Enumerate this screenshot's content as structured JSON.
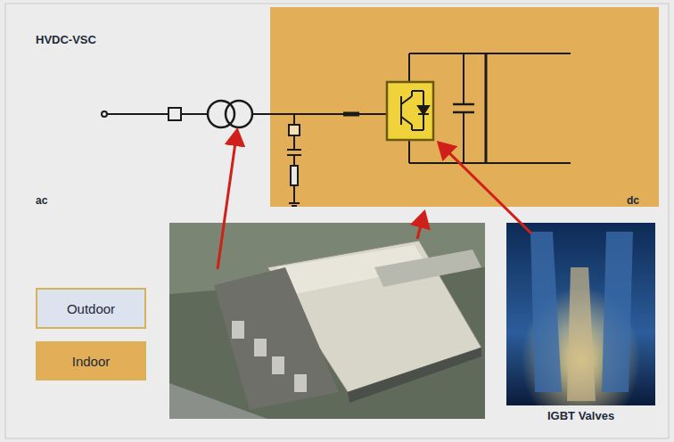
{
  "diagram": {
    "title": "HVDC-VSC",
    "labels": [
      "ac",
      "dc",
      "IGBT Valves"
    ],
    "legend": [
      {
        "text": "Outdoor",
        "color": "#dde3ee"
      },
      {
        "text": "Indoor",
        "color": "#e3ae58"
      }
    ]
  }
}
